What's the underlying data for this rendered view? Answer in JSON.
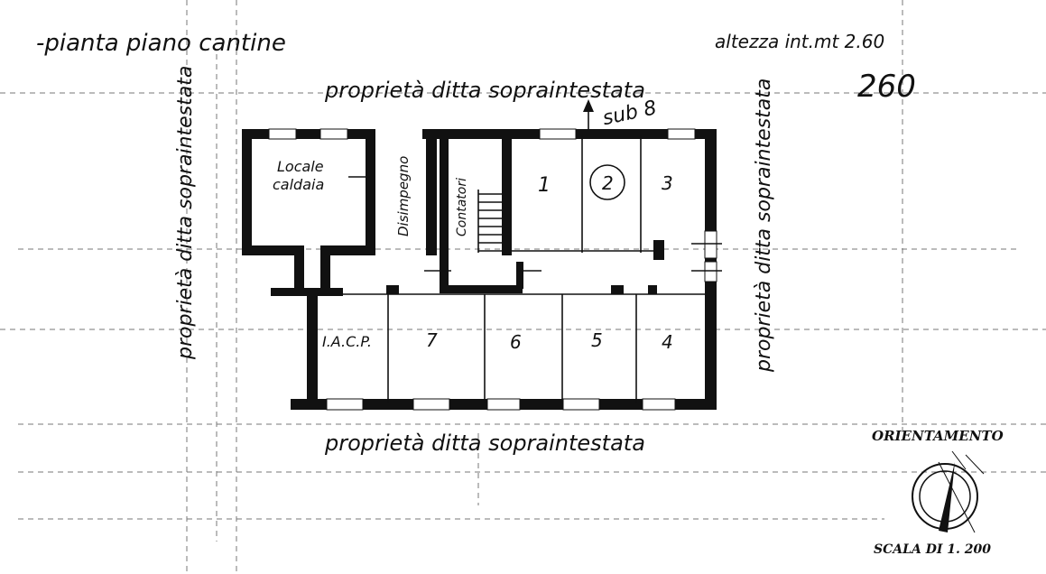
{
  "header": {
    "title": "-pianta piano cantine",
    "height_note": "altezza int.mt 2.60",
    "height_number": "260"
  },
  "boundary_labels": {
    "top": "proprietà ditta sopraintestata",
    "bottom": "proprietà ditta sopraintestata",
    "left": "proprietà ditta sopraintestata",
    "right": "proprietà ditta sopraintestata",
    "sub": "sub 8"
  },
  "rooms": {
    "locale_caldaia_1": "Locale",
    "locale_caldaia_2": "caldaia",
    "disimpegno": "Disimpegno",
    "contatori": "Contatori",
    "r1": "1",
    "r2": "2",
    "r3": "3",
    "iacp": "I.A.C.P.",
    "r7": "7",
    "r6": "6",
    "r5": "5",
    "r4": "4"
  },
  "legend": {
    "orientation_title": "ORIENTAMENTO",
    "scale": "SCALA DI 1. 200"
  }
}
